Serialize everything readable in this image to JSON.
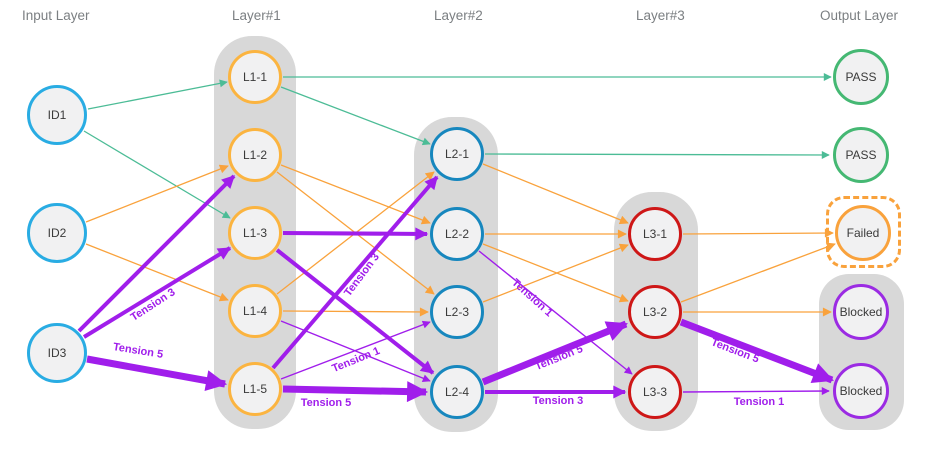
{
  "diagram": {
    "type": "layered-network",
    "column_titles": [
      "Input Layer",
      "Layer#1",
      "Layer#2",
      "Layer#3",
      "Output Layer"
    ],
    "nodes": {
      "input": [
        "ID1",
        "ID2",
        "ID3"
      ],
      "layer1": [
        "L1-1",
        "L1-2",
        "L1-3",
        "L1-4",
        "L1-5"
      ],
      "layer2": [
        "L2-1",
        "L2-2",
        "L2-3",
        "L2-4"
      ],
      "layer3": [
        "L3-1",
        "L3-2",
        "L3-3"
      ],
      "output": [
        "PASS",
        "PASS",
        "Failed",
        "Blocked",
        "Blocked"
      ]
    },
    "edge_labels": [
      "Tension 3",
      "Tension 5",
      "Tension 3",
      "Tension 1",
      "Tension 5",
      "Tension 1",
      "Tension 5",
      "Tension 3",
      "Tension 5",
      "Tension 1"
    ],
    "edges": [
      {
        "from": "ID1",
        "to": "L1-1",
        "color": "teal"
      },
      {
        "from": "ID1",
        "to": "L1-3",
        "color": "teal"
      },
      {
        "from": "ID2",
        "to": "L1-2",
        "color": "orange"
      },
      {
        "from": "ID2",
        "to": "L1-4",
        "color": "orange"
      },
      {
        "from": "ID3",
        "to": "L1-2",
        "color": "purple",
        "width": 3
      },
      {
        "from": "ID3",
        "to": "L1-3",
        "color": "purple",
        "width": 3,
        "label": "Tension 3"
      },
      {
        "from": "ID3",
        "to": "L1-5",
        "color": "purple",
        "width": 5,
        "label": "Tension 5"
      },
      {
        "from": "L1-1",
        "to": "PASS-1",
        "color": "teal"
      },
      {
        "from": "L1-1",
        "to": "L2-1",
        "color": "teal"
      },
      {
        "from": "L1-2",
        "to": "L2-2",
        "color": "orange"
      },
      {
        "from": "L1-2",
        "to": "L2-3",
        "color": "orange"
      },
      {
        "from": "L1-3",
        "to": "L2-2",
        "color": "purple",
        "width": 3
      },
      {
        "from": "L1-3",
        "to": "L2-4",
        "color": "purple",
        "width": 3
      },
      {
        "from": "L1-4",
        "to": "L2-1",
        "color": "orange"
      },
      {
        "from": "L1-4",
        "to": "L2-3",
        "color": "orange"
      },
      {
        "from": "L1-4",
        "to": "L2-4",
        "color": "purple",
        "width": 1
      },
      {
        "from": "L1-5",
        "to": "L2-1",
        "color": "purple",
        "width": 3,
        "label": "Tension 3"
      },
      {
        "from": "L1-5",
        "to": "L2-3",
        "color": "purple",
        "width": 1,
        "label": "Tension 1"
      },
      {
        "from": "L1-5",
        "to": "L2-4",
        "color": "purple",
        "width": 5,
        "label": "Tension 5"
      },
      {
        "from": "L2-1",
        "to": "PASS-2",
        "color": "teal"
      },
      {
        "from": "L2-1",
        "to": "L3-1",
        "color": "orange"
      },
      {
        "from": "L2-2",
        "to": "L3-1",
        "color": "orange"
      },
      {
        "from": "L2-2",
        "to": "L3-2",
        "color": "orange"
      },
      {
        "from": "L2-2",
        "to": "L3-3",
        "color": "purple",
        "width": 1,
        "label": "Tension 1"
      },
      {
        "from": "L2-3",
        "to": "L3-1",
        "color": "orange"
      },
      {
        "from": "L2-4",
        "to": "L3-2",
        "color": "purple",
        "width": 5,
        "label": "Tension 5"
      },
      {
        "from": "L2-4",
        "to": "L3-3",
        "color": "purple",
        "width": 3,
        "label": "Tension 3"
      },
      {
        "from": "L3-1",
        "to": "Failed",
        "color": "orange"
      },
      {
        "from": "L3-2",
        "to": "Failed",
        "color": "orange"
      },
      {
        "from": "L3-2",
        "to": "Blocked-1",
        "color": "orange"
      },
      {
        "from": "L3-2",
        "to": "Blocked-2",
        "color": "purple",
        "width": 5,
        "label": "Tension 5"
      },
      {
        "from": "L3-3",
        "to": "Blocked-2",
        "color": "purple",
        "width": 1,
        "label": "Tension 1"
      }
    ],
    "colors": {
      "pass_edge": "#4cbc96",
      "warn_edge": "#f9a23c",
      "tension_edge": "#a01eeb",
      "input_node": "#29ace3",
      "layer1_node": "#fbb440",
      "layer2_node": "#1787be",
      "layer3_node": "#ce1717",
      "pass_node": "#45b873",
      "failed_node": "#f9a23c",
      "blocked_node": "#9b2be3",
      "container": "#d8d8d8",
      "node_fill": "#f1f1f2",
      "title_text": "#7b7f82"
    }
  }
}
